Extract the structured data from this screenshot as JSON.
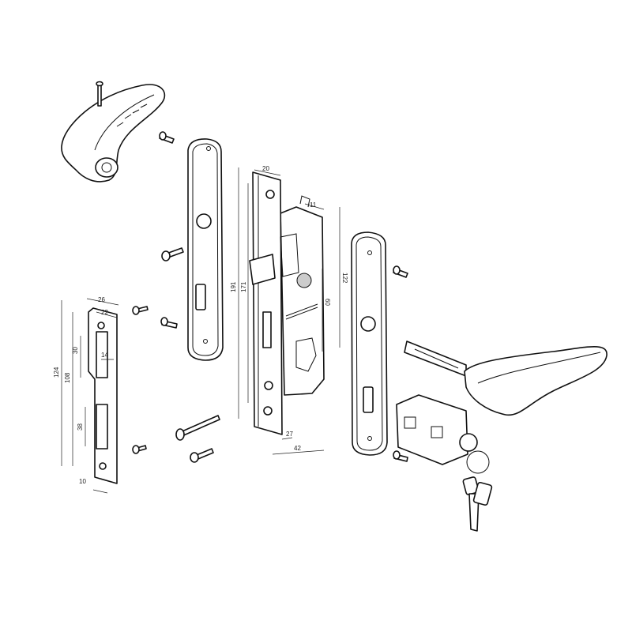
{
  "title": "Mortise lock set exploded view",
  "colors": {
    "line": "#111111",
    "background": "#ffffff"
  },
  "dimensions": {
    "lock_faceplate_width": "20",
    "latch_projection": "11",
    "faceplate_length": "191",
    "faceplate_hole_spacing": "171",
    "case_height": "122",
    "spindle_cylinder_distance": "60",
    "backset_offset": "27",
    "case_depth": "42",
    "strike_width": "26",
    "strike_inner_width": "22",
    "strike_latch_opening": "30",
    "strike_opening_width": "14",
    "strike_length": "124",
    "strike_hole_spacing": "108",
    "strike_bolt_opening": "38",
    "strike_offset": "10"
  }
}
